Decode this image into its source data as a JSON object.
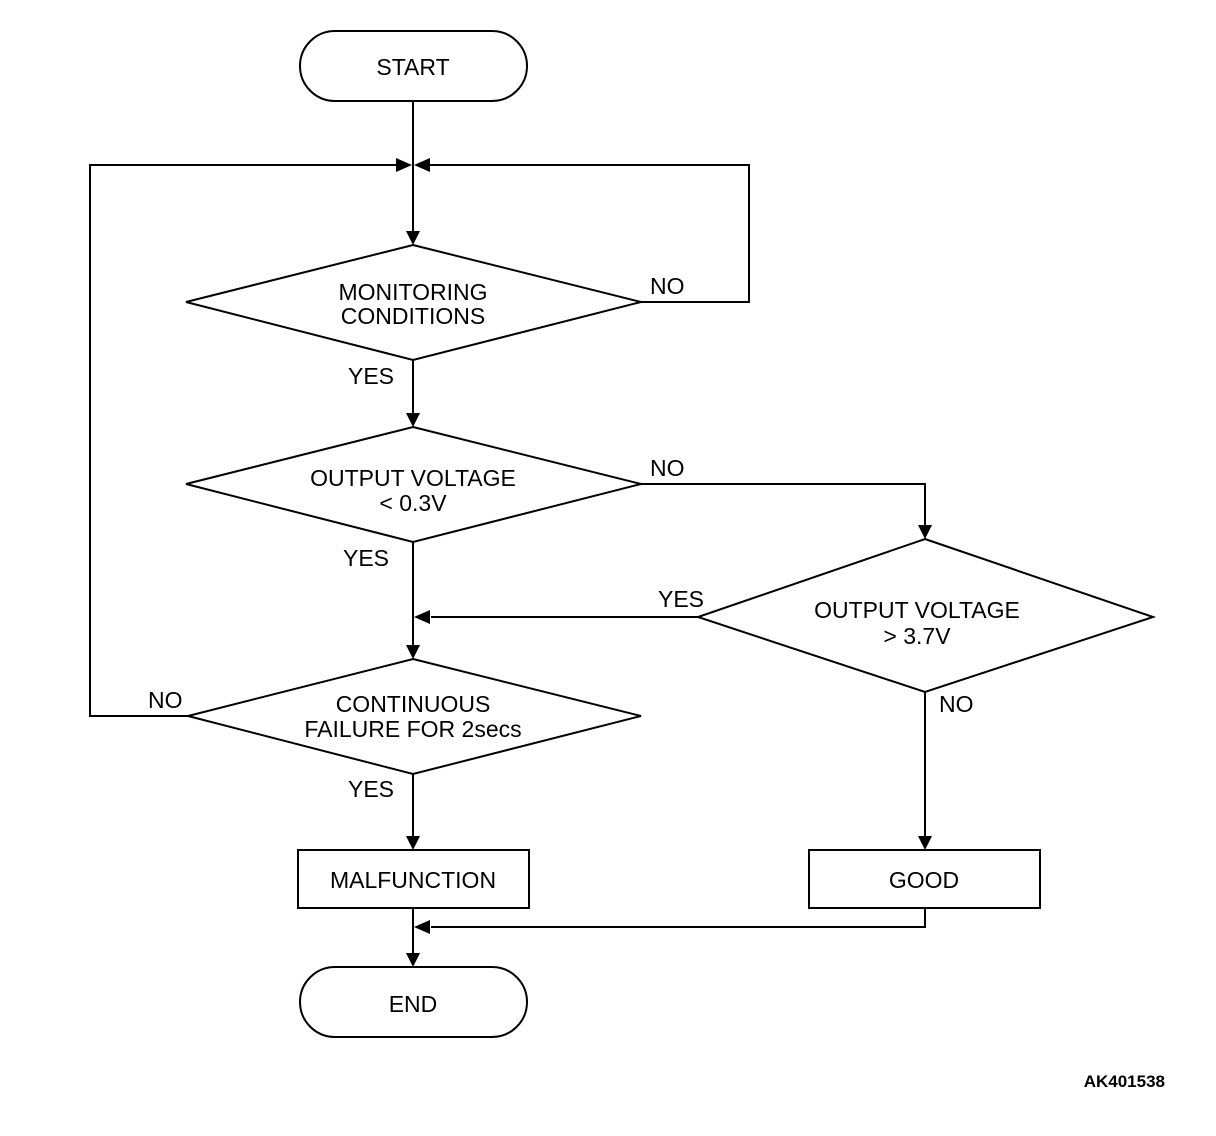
{
  "nodes": {
    "start": "START",
    "monitoring_line1": "MONITORING",
    "monitoring_line2": "CONDITIONS",
    "low_voltage_line1": "OUTPUT VOLTAGE",
    "low_voltage_line2": "< 0.3V",
    "high_voltage_line1": "OUTPUT VOLTAGE",
    "high_voltage_line2": "> 3.7V",
    "continuous_line1": "CONTINUOUS",
    "continuous_line2": "FAILURE FOR 2secs",
    "malfunction": "MALFUNCTION",
    "good": "GOOD",
    "end": "END"
  },
  "labels": {
    "monitoring_no": "NO",
    "monitoring_yes": "YES",
    "low_voltage_no": "NO",
    "low_voltage_yes": "YES",
    "high_voltage_yes": "YES",
    "high_voltage_no": "NO",
    "continuous_no": "NO",
    "continuous_yes": "YES"
  },
  "figure_code": "AK401538"
}
